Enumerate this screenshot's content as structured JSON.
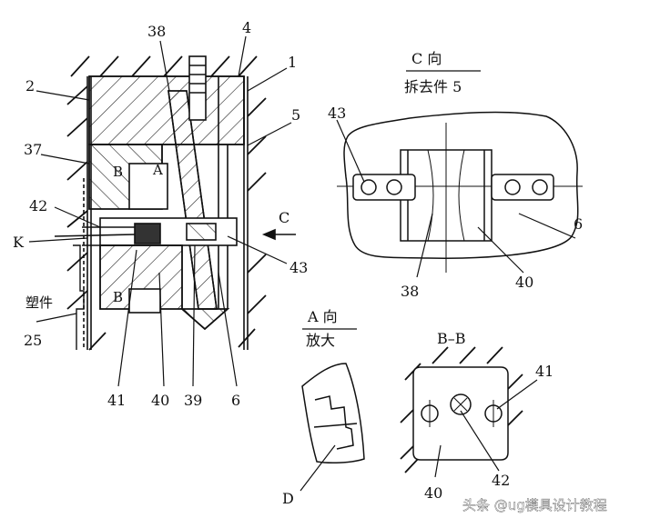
{
  "labels": {
    "n38_top": "38",
    "n4": "4",
    "n1": "1",
    "n2": "2",
    "n5": "5",
    "n37": "37",
    "sec_b_top": "B",
    "view_a_mark": "A",
    "n42_left": "42",
    "k": "K",
    "view_c_mark": "C",
    "n43_main": "43",
    "part": "塑件",
    "sec_b_bottom": "B",
    "n25": "25",
    "n41_main": "41",
    "n40_main": "40",
    "n39": "39",
    "n6_main": "6",
    "n43_c": "43",
    "n6_c": "6",
    "n38_c": "38",
    "n40_c": "40",
    "n41_bb": "41",
    "n40_bb": "40",
    "n42_bb": "42",
    "d": "D"
  },
  "views": {
    "c_title": "C 向",
    "c_sub": "拆去件 5",
    "a_title": "A 向",
    "a_sub": "放大",
    "bb_title": "B–B"
  },
  "watermark": "头条 @ug模具设计教程"
}
